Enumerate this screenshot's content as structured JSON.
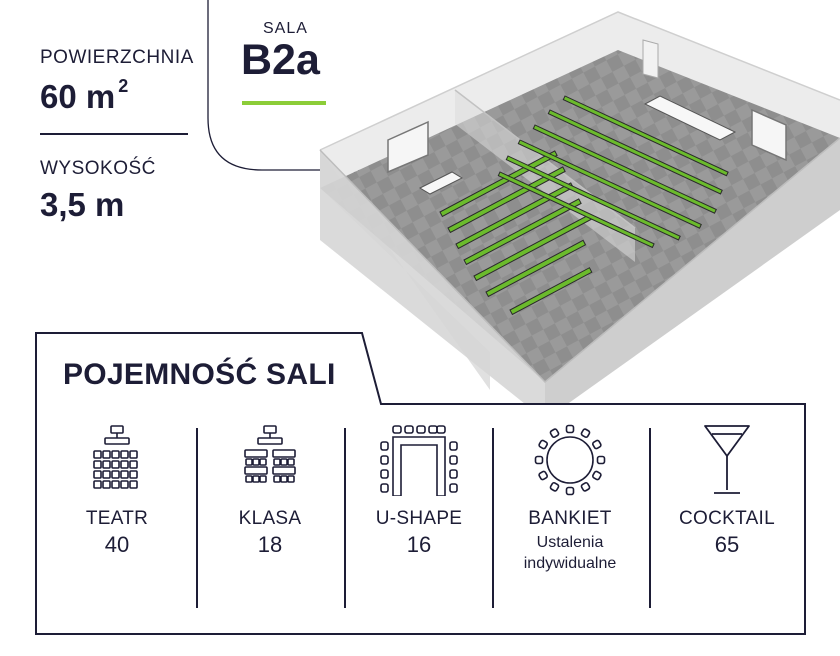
{
  "stats": {
    "area_label": "POWIERZCHNIA",
    "area_value": "60 m",
    "area_unit_exp": "2",
    "height_label": "WYSOKOŚĆ",
    "height_value": "3,5 m"
  },
  "room": {
    "label": "SALA",
    "code": "B2a"
  },
  "capacity": {
    "title": "POJEMNOŚĆ SALI",
    "layouts": [
      {
        "name": "TEATR",
        "value": "40",
        "icon": "theater-layout-icon"
      },
      {
        "name": "KLASA",
        "value": "18",
        "icon": "classroom-layout-icon"
      },
      {
        "name": "U-SHAPE",
        "value": "16",
        "icon": "u-shape-layout-icon"
      },
      {
        "name": "BANKIET",
        "note_line1": "Ustalenia",
        "note_line2": "indywidualne",
        "icon": "banquet-layout-icon"
      },
      {
        "name": "COCKTAIL",
        "value": "65",
        "icon": "cocktail-glass-icon"
      }
    ]
  },
  "colors": {
    "navy": "#1d1d36",
    "accent_green": "#8ccd38",
    "floor_gray": "#8c8c8c"
  }
}
